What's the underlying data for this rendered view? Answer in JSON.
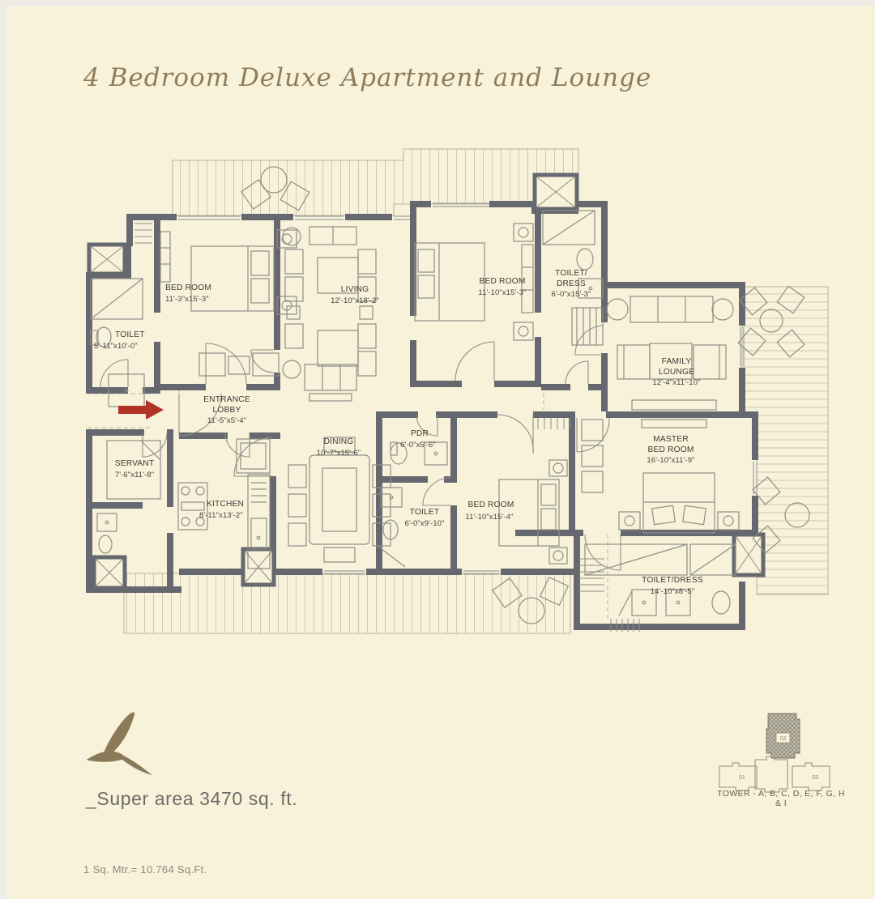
{
  "header": {
    "title": "4 Bedroom Deluxe Apartment and Lounge"
  },
  "plan": {
    "rooms": [
      {
        "id": "bedroom-1",
        "name": "BED ROOM",
        "dims": "11'-3\"x15'-3\""
      },
      {
        "id": "toilet-1",
        "name": "TOILET",
        "dims": "5'-11\"x10'-0\""
      },
      {
        "id": "living",
        "name": "LIVING",
        "dims": "12'-10\"x18'-2\""
      },
      {
        "id": "bedroom-2",
        "name": "BED ROOM",
        "dims": "11'-10\"x15'-3\""
      },
      {
        "id": "toilet-dress-1",
        "name": "TOILET/",
        "name2": "DRESS",
        "dims": "6'-0\"x15'-3\""
      },
      {
        "id": "family-lounge",
        "name": "FAMILY",
        "name2": "LOUNGE",
        "dims": "12'-4\"x11'-10\""
      },
      {
        "id": "entrance-lobby",
        "name": "ENTRANCE",
        "name2": "LOBBY",
        "dims": "11'-5\"x5'-4\""
      },
      {
        "id": "servant",
        "name": "SERVANT",
        "dims": "7'-6\"x11'-8\""
      },
      {
        "id": "kitchen",
        "name": "KITCHEN",
        "dims": "8'-11\"x13'-2\""
      },
      {
        "id": "dining",
        "name": "DINING",
        "dims": "10'-7\"x15'-6\""
      },
      {
        "id": "pdr",
        "name": "PDR",
        "dims": "6'-0\"x5'-6\""
      },
      {
        "id": "toilet-2",
        "name": "TOILET",
        "dims": "6'-0\"x9'-10\""
      },
      {
        "id": "bedroom-3",
        "name": "BED ROOM",
        "dims": "11'-10\"x15'-4\""
      },
      {
        "id": "master-bedroom",
        "name": "MASTER",
        "name2": "BED ROOM",
        "dims": "16'-10\"x11'-9\""
      },
      {
        "id": "toilet-dress-2",
        "name": "TOILET/DRESS",
        "dims": "14'-10\"x8'-5\""
      }
    ],
    "icons": {
      "entrance_arrow": "entrance-direction-arrow",
      "bird_logo": "bird-logo"
    }
  },
  "footer": {
    "super_area": "_Super area 3470 sq. ft.",
    "conversion_note": "1 Sq. Mtr.= 10.764 Sq.Ft."
  },
  "key_plan": {
    "caption": "TOWER - A, B, C, D, E, F, G, H & I",
    "unit_labels": [
      "01",
      "02",
      "03"
    ]
  },
  "colors": {
    "background": "#f9f2da",
    "wall": "#65686e",
    "furniture_line": "#8e8f86",
    "accent_red": "#b13227",
    "title": "#8e7c5a"
  }
}
